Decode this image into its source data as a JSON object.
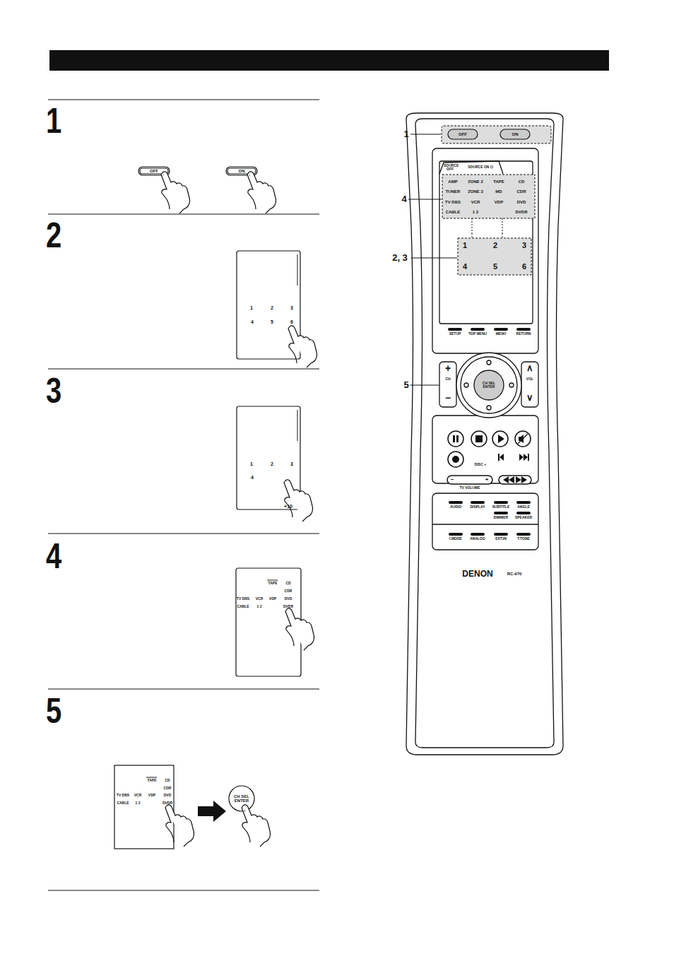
{
  "diagram": {
    "labels": [
      "1",
      "OFF",
      "ON",
      "2",
      "1",
      "2",
      "3",
      "4",
      "5",
      "6",
      "3",
      "1",
      "2",
      "3",
      "4",
      "+10",
      "4",
      "TAPE",
      "CD",
      "CDR",
      "TV DBS",
      "VCR",
      "VDP",
      "DVD",
      "CABLE",
      "1 2",
      "DVDR",
      "5",
      "TAPE",
      "CD",
      "CDR",
      "TV DBS",
      "VCR",
      "VDP",
      "DVD",
      "CABLE",
      "1 2",
      "DVDR",
      "CH SEL ENTER",
      "1",
      "OFF",
      "ON",
      "SOURCE OFF",
      "SOURCE ON ⏻",
      "AMP",
      "ZONE 2",
      "TAPE",
      "CD",
      "TUNER",
      "ZONE 3",
      "MD",
      "CDR",
      "TV DBS",
      "VCR",
      "VDP",
      "DVD",
      "CABLE",
      "1 2",
      "DVDR",
      "4",
      "2, 3",
      "1",
      "2",
      "3",
      "4",
      "5",
      "6",
      "SETUP",
      "TOP MENU",
      "MENU",
      "RETURN",
      "+",
      "CH",
      "−",
      "∧",
      "VOL",
      "∨",
      "CH SEL ENTER",
      "5",
      "DISC +",
      "−",
      "+",
      "TV VOLUME",
      "AUDIO",
      "DISPLAY",
      "SUBTITLE",
      "ANGLE",
      "DIMMER",
      "SPEAKER",
      "I.MODE",
      "ANALOG",
      "EXT.IN",
      "T.TONE",
      "DENON",
      "RC-970"
    ]
  }
}
